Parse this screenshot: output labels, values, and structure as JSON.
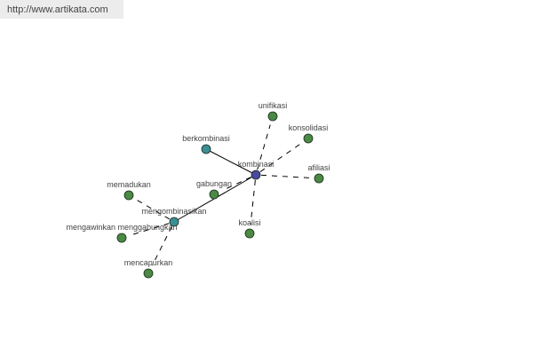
{
  "banner": {
    "url_text": "http://www.artikata.com"
  },
  "colors": {
    "center": "#4a4a9e",
    "secondary": "#3a8f96",
    "leaf": "#4a8a44",
    "edge": "#000000"
  },
  "nodes": [
    {
      "id": "kombinasi",
      "label": "kombinasi",
      "kind": "center"
    },
    {
      "id": "berkombinasi",
      "label": "berkombinasi",
      "kind": "secondary"
    },
    {
      "id": "unifikasi",
      "label": "unifikasi",
      "kind": "leaf"
    },
    {
      "id": "konsolidasi",
      "label": "konsolidasi",
      "kind": "leaf"
    },
    {
      "id": "afiliasi",
      "label": "afiliasi",
      "kind": "leaf"
    },
    {
      "id": "koalisi",
      "label": "koalisi",
      "kind": "leaf"
    },
    {
      "id": "gabungan",
      "label": "gabungan",
      "kind": "leaf"
    },
    {
      "id": "mengombinasikan",
      "label": "mengombinasikan",
      "kind": "secondary"
    },
    {
      "id": "memadukan",
      "label": "memadukan",
      "kind": "leaf"
    },
    {
      "id": "mengawinkan",
      "label": "mengawinkan menggabungkan",
      "kind": "leaf"
    },
    {
      "id": "mencapurkan",
      "label": "mencapurkan",
      "kind": "leaf"
    }
  ],
  "edges": [
    {
      "from": "kombinasi",
      "to": "berkombinasi",
      "style": "solid"
    },
    {
      "from": "kombinasi",
      "to": "mengombinasikan",
      "style": "solid"
    },
    {
      "from": "kombinasi",
      "to": "unifikasi",
      "style": "dashed"
    },
    {
      "from": "kombinasi",
      "to": "konsolidasi",
      "style": "dashed"
    },
    {
      "from": "kombinasi",
      "to": "afiliasi",
      "style": "dashed"
    },
    {
      "from": "kombinasi",
      "to": "koalisi",
      "style": "dashed"
    },
    {
      "from": "kombinasi",
      "to": "gabungan",
      "style": "dashed"
    },
    {
      "from": "mengombinasikan",
      "to": "memadukan",
      "style": "dashed"
    },
    {
      "from": "mengombinasikan",
      "to": "mengawinkan",
      "style": "dashed"
    },
    {
      "from": "mengombinasikan",
      "to": "mencapurkan",
      "style": "dashed"
    }
  ]
}
